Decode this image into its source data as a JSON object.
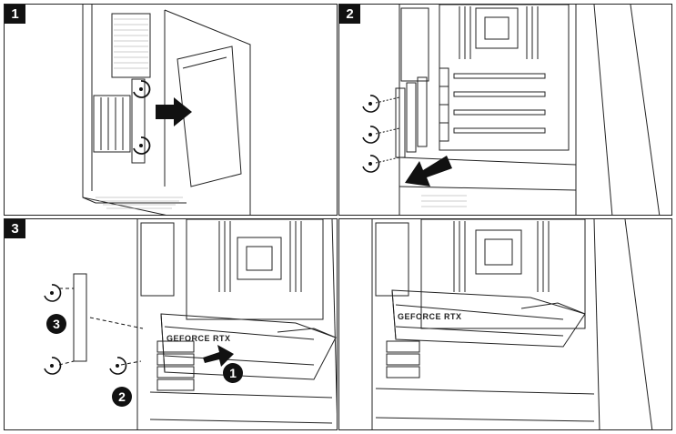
{
  "steps": [
    {
      "label": "1"
    },
    {
      "label": "2"
    },
    {
      "label": "3"
    },
    {
      "label": ""
    }
  ],
  "callouts": {
    "one": "1",
    "two": "2",
    "three": "3"
  },
  "gpu_text": {
    "panel3": "GEFORCE RTX",
    "panel4": "GEFORCE RTX"
  },
  "colors": {
    "line": "#222222",
    "arrow": "#111111",
    "grille": "#888888"
  }
}
